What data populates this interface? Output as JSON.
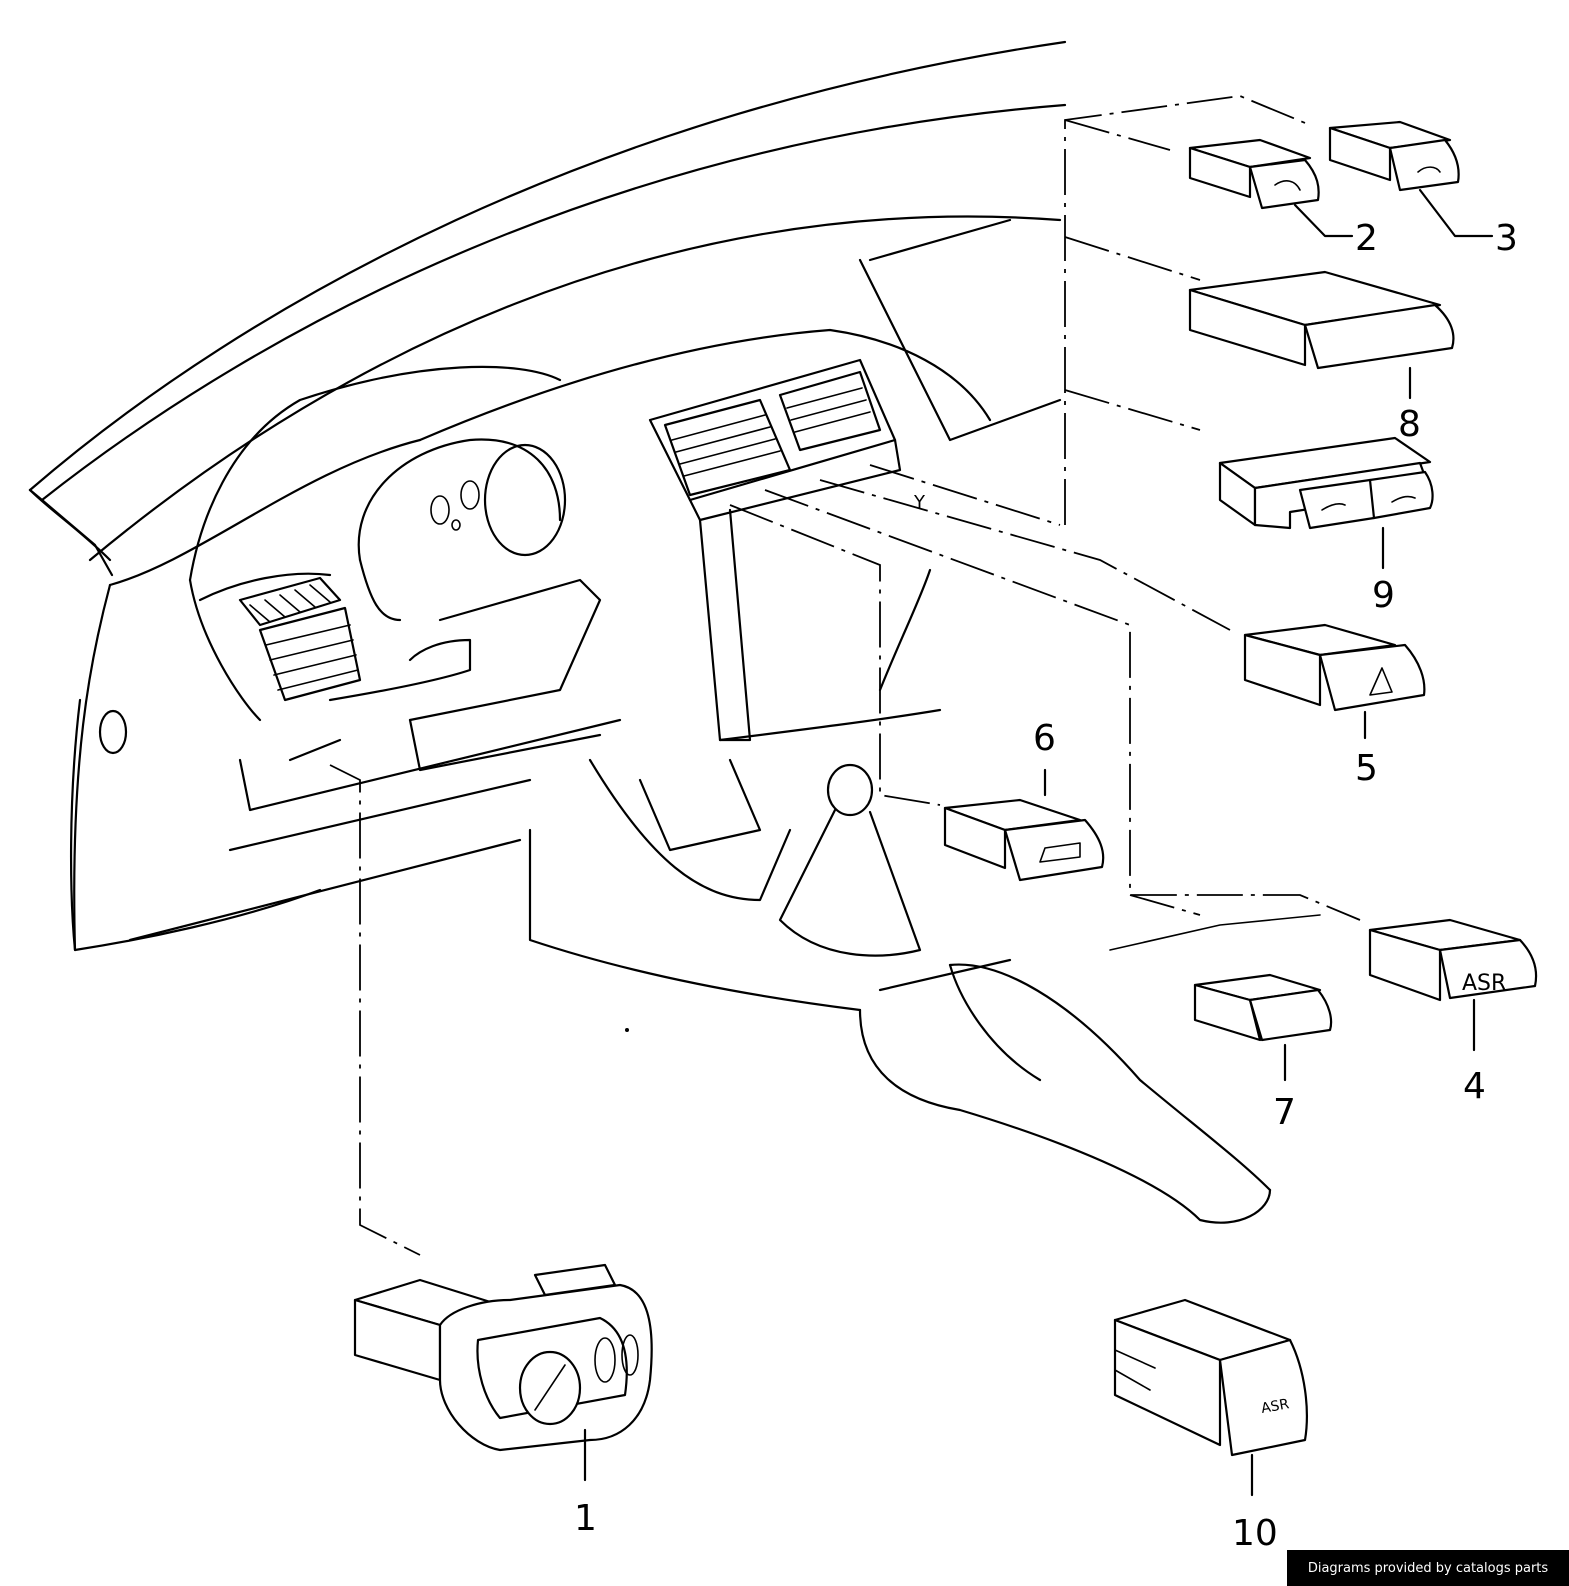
{
  "diagram": {
    "callouts": [
      {
        "id": "1",
        "label": "1"
      },
      {
        "id": "2",
        "label": "2"
      },
      {
        "id": "3",
        "label": "3"
      },
      {
        "id": "4",
        "label": "4"
      },
      {
        "id": "5",
        "label": "5"
      },
      {
        "id": "6",
        "label": "6"
      },
      {
        "id": "7",
        "label": "7"
      },
      {
        "id": "8",
        "label": "8"
      },
      {
        "id": "9",
        "label": "9"
      },
      {
        "id": "10",
        "label": "10"
      }
    ],
    "switch_legends": {
      "asr_4": "ASR",
      "asr_10": "ASR"
    },
    "axis_mark": "Y"
  },
  "footer": {
    "credit": "Diagrams provided by catalogs parts"
  }
}
